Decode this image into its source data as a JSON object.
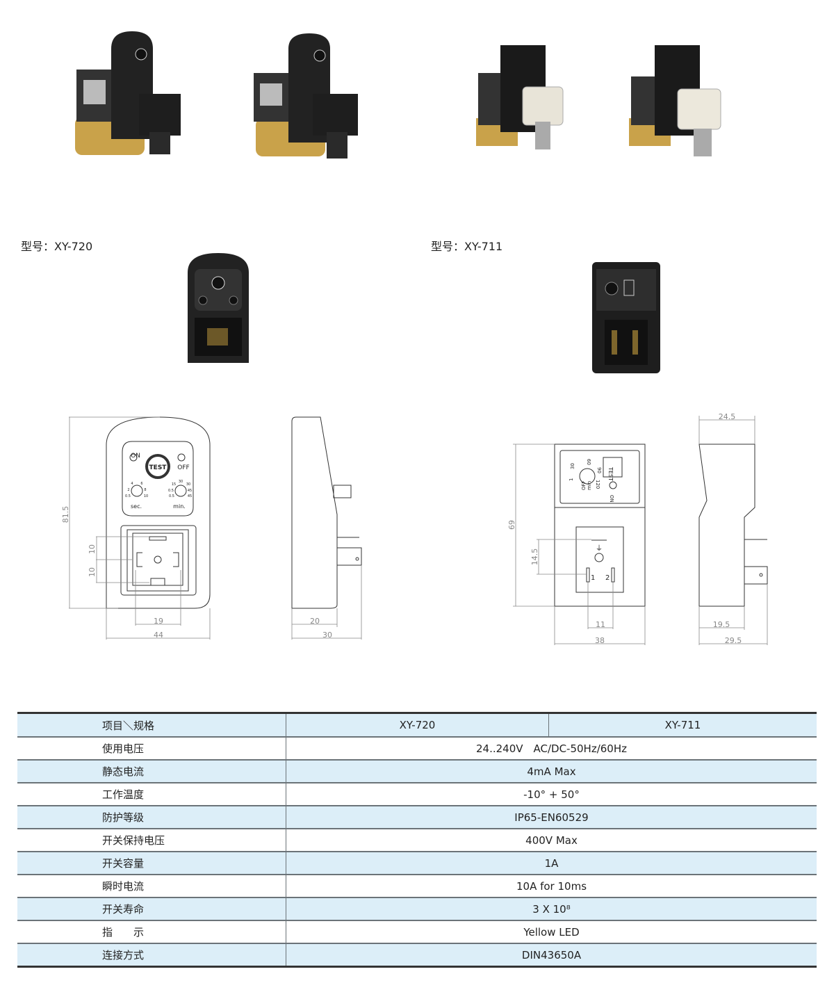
{
  "models": [
    {
      "label": "型号：XY-720"
    },
    {
      "label": "型号：XY-711"
    }
  ],
  "drawing_720": {
    "front": {
      "on": "ON",
      "test": "TEST",
      "off": "OFF",
      "sec": "sec.",
      "min": "min.",
      "sec_scale": [
        "0.5",
        "2",
        "4",
        "6",
        "8",
        "10"
      ],
      "min_scale": [
        "0.5",
        "0.5",
        "15",
        "30",
        "30",
        "45",
        "45"
      ]
    },
    "dims": {
      "height": "81.5",
      "pin_top": "10",
      "pin_bottom": "10",
      "pin_spacing": "19",
      "width": "44",
      "side_inner": "20",
      "side_total": "30"
    }
  },
  "drawing_711": {
    "front": {
      "test": "TEST",
      "on": "ON",
      "off": "OFF",
      "min": "min",
      "scale": [
        "1",
        "30",
        "60",
        "90",
        "120"
      ],
      "pin1": "1",
      "pin2": "2",
      "earth": "⏚"
    },
    "dims": {
      "height": "69",
      "pin_offset": "14.5",
      "pin_spacing": "11",
      "width": "38",
      "side_top": "24.5",
      "side_inner": "19.5",
      "side_total": "29.5"
    }
  },
  "table": {
    "header": {
      "item": "项目＼规格",
      "col1": "XY-720",
      "col2": "XY-711"
    },
    "rows": [
      {
        "label": "使用电压",
        "value": "24..240V　AC/DC-50Hz/60Hz"
      },
      {
        "label": "静态电流",
        "value": "4mA  Max"
      },
      {
        "label": "工作温度",
        "value": "-10° + 50°"
      },
      {
        "label": "防护等级",
        "value": "IP65-EN60529"
      },
      {
        "label": "开关保持电压",
        "value": "400V  Max"
      },
      {
        "label": "开关容量",
        "value": "1A"
      },
      {
        "label": "瞬时电流",
        "value": "10A  for  10ms"
      },
      {
        "label": "开关寿命",
        "value": "3 X 10⁸"
      },
      {
        "label": "指　　示",
        "value": "Yellow  LED"
      },
      {
        "label": "连接方式",
        "value": "DIN43650A"
      }
    ]
  },
  "colors": {
    "table_header": "#dceef8",
    "brass": "#c8a040",
    "body": "#2a2a2a"
  }
}
